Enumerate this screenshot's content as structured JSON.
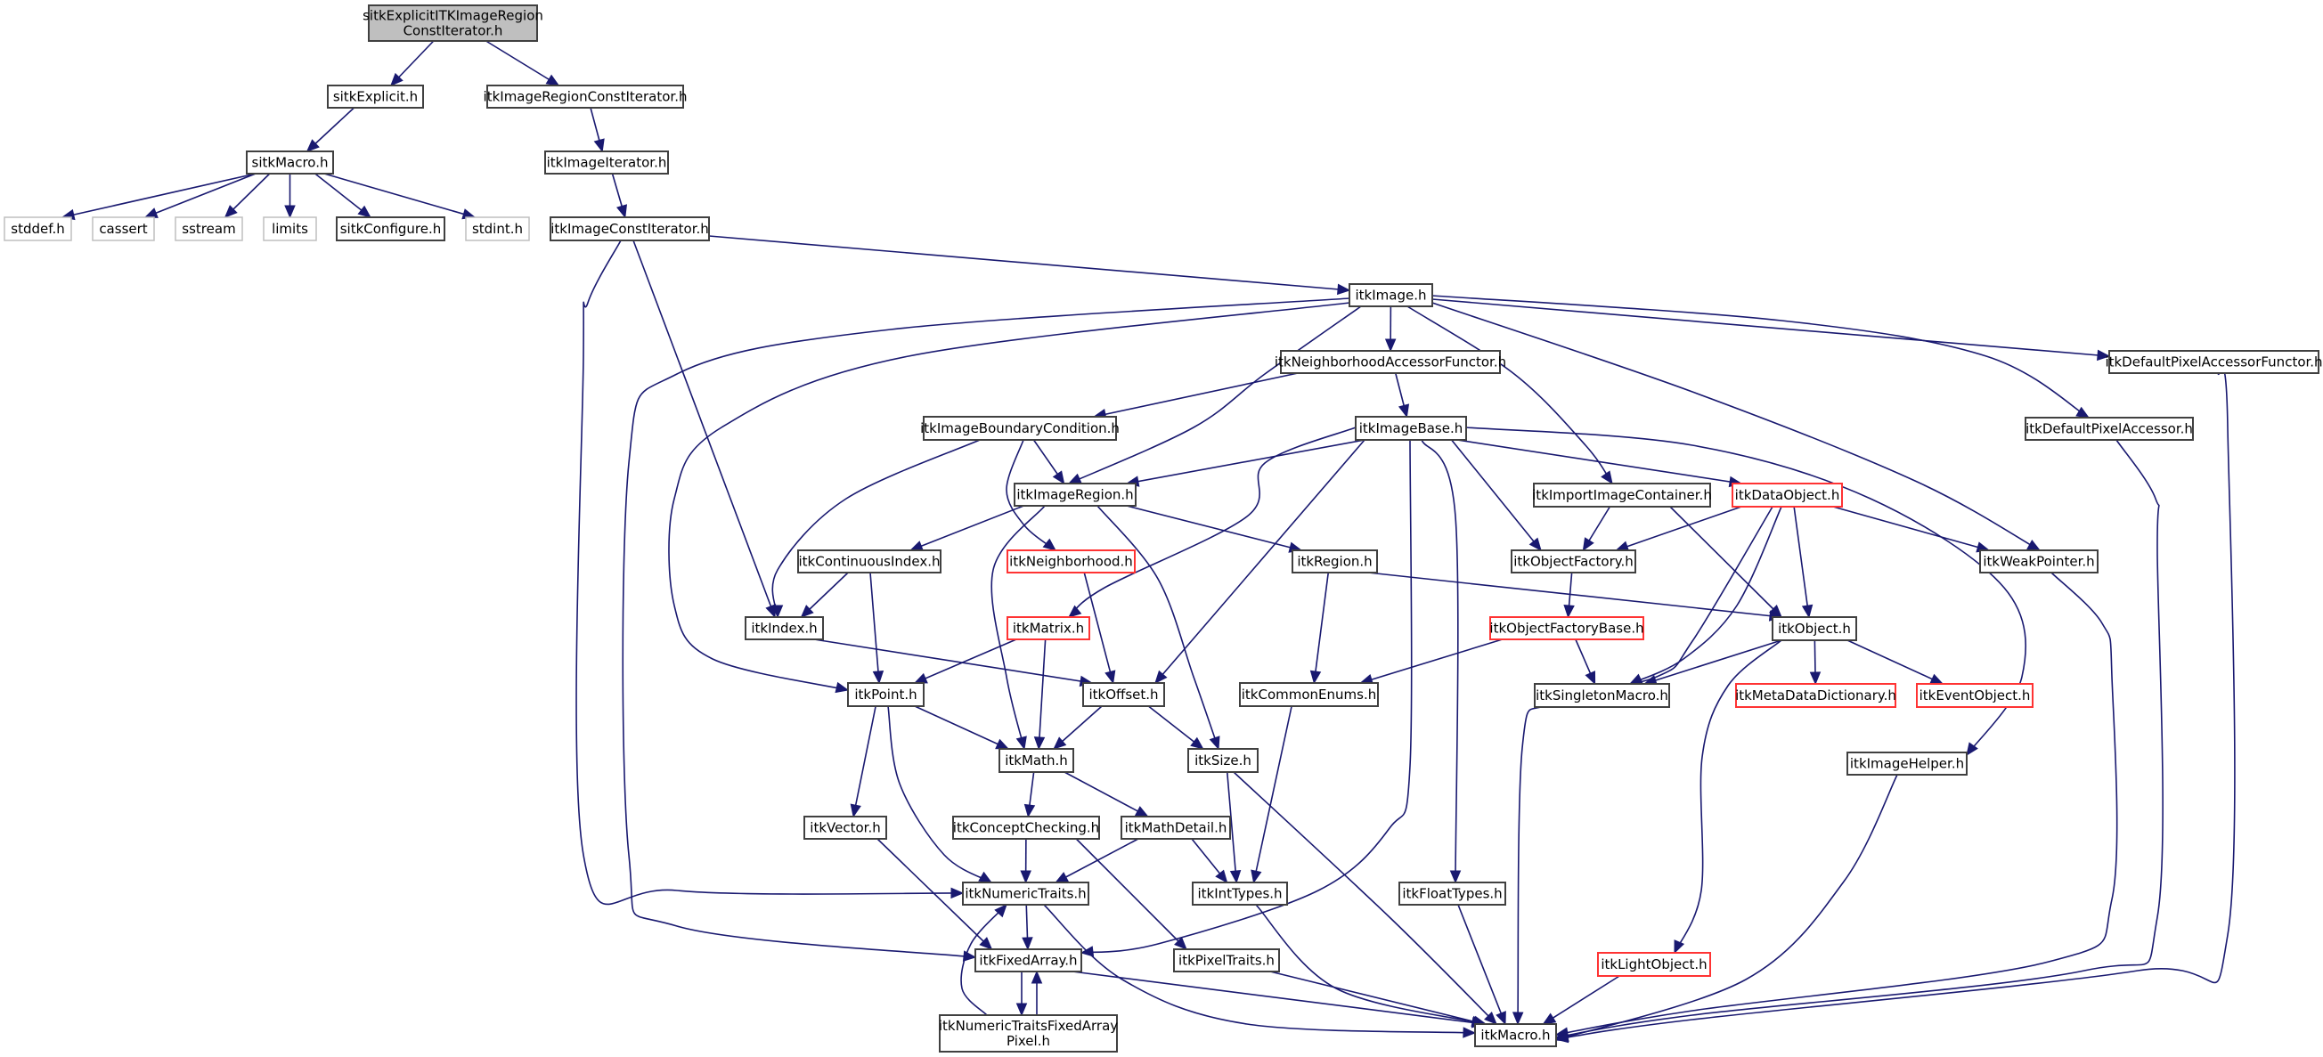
{
  "diagram": {
    "title": "Include dependency graph for sitkExplicitITKImageRegionConstIterator.h",
    "colors": {
      "edge": "#191970",
      "node_border": "#404040",
      "root_fill": "#bfbfbf",
      "external_border": "#bfbfbf",
      "truncated_border": "#ff3333"
    },
    "nodes": [
      {
        "id": "root",
        "label": [
          "sitkExplicitITKImageRegion",
          "ConstIterator.h"
        ],
        "kind": "root"
      },
      {
        "id": "sitkExplicit",
        "label": [
          "sitkExplicit.h"
        ],
        "kind": "normal"
      },
      {
        "id": "itkImageRegionConstIterator",
        "label": [
          "itkImageRegionConstIterator.h"
        ],
        "kind": "normal"
      },
      {
        "id": "sitkMacro",
        "label": [
          "sitkMacro.h"
        ],
        "kind": "normal"
      },
      {
        "id": "itkImageIterator",
        "label": [
          "itkImageIterator.h"
        ],
        "kind": "normal"
      },
      {
        "id": "stddef",
        "label": [
          "stddef.h"
        ],
        "kind": "external"
      },
      {
        "id": "cassert",
        "label": [
          "cassert"
        ],
        "kind": "external"
      },
      {
        "id": "sstream",
        "label": [
          "sstream"
        ],
        "kind": "external"
      },
      {
        "id": "limits",
        "label": [
          "limits"
        ],
        "kind": "external"
      },
      {
        "id": "sitkConfigure",
        "label": [
          "sitkConfigure.h"
        ],
        "kind": "normal"
      },
      {
        "id": "stdint",
        "label": [
          "stdint.h"
        ],
        "kind": "external"
      },
      {
        "id": "itkImageConstIterator",
        "label": [
          "itkImageConstIterator.h"
        ],
        "kind": "normal"
      },
      {
        "id": "itkImage",
        "label": [
          "itkImage.h"
        ],
        "kind": "normal"
      },
      {
        "id": "itkNeighborhoodAccessorFunctor",
        "label": [
          "itkNeighborhoodAccessorFunctor.h"
        ],
        "kind": "normal"
      },
      {
        "id": "itkDefaultPixelAccessorFunctor",
        "label": [
          "itkDefaultPixelAccessorFunctor.h"
        ],
        "kind": "normal"
      },
      {
        "id": "itkImageBoundaryCondition",
        "label": [
          "itkImageBoundaryCondition.h"
        ],
        "kind": "normal"
      },
      {
        "id": "itkImageBase",
        "label": [
          "itkImageBase.h"
        ],
        "kind": "normal"
      },
      {
        "id": "itkDefaultPixelAccessor",
        "label": [
          "itkDefaultPixelAccessor.h"
        ],
        "kind": "normal"
      },
      {
        "id": "itkImageRegion",
        "label": [
          "itkImageRegion.h"
        ],
        "kind": "normal"
      },
      {
        "id": "itkImportImageContainer",
        "label": [
          "itkImportImageContainer.h"
        ],
        "kind": "normal"
      },
      {
        "id": "itkDataObject",
        "label": [
          "itkDataObject.h"
        ],
        "kind": "truncated"
      },
      {
        "id": "itkContinuousIndex",
        "label": [
          "itkContinuousIndex.h"
        ],
        "kind": "normal"
      },
      {
        "id": "itkNeighborhood",
        "label": [
          "itkNeighborhood.h"
        ],
        "kind": "truncated"
      },
      {
        "id": "itkRegion",
        "label": [
          "itkRegion.h"
        ],
        "kind": "normal"
      },
      {
        "id": "itkObjectFactory",
        "label": [
          "itkObjectFactory.h"
        ],
        "kind": "normal"
      },
      {
        "id": "itkWeakPointer",
        "label": [
          "itkWeakPointer.h"
        ],
        "kind": "normal"
      },
      {
        "id": "itkIndex",
        "label": [
          "itkIndex.h"
        ],
        "kind": "normal"
      },
      {
        "id": "itkMatrix",
        "label": [
          "itkMatrix.h"
        ],
        "kind": "truncated"
      },
      {
        "id": "itkObjectFactoryBase",
        "label": [
          "itkObjectFactoryBase.h"
        ],
        "kind": "truncated"
      },
      {
        "id": "itkObject",
        "label": [
          "itkObject.h"
        ],
        "kind": "normal"
      },
      {
        "id": "itkPoint",
        "label": [
          "itkPoint.h"
        ],
        "kind": "normal"
      },
      {
        "id": "itkOffset",
        "label": [
          "itkOffset.h"
        ],
        "kind": "normal"
      },
      {
        "id": "itkCommonEnums",
        "label": [
          "itkCommonEnums.h"
        ],
        "kind": "normal"
      },
      {
        "id": "itkSingletonMacro",
        "label": [
          "itkSingletonMacro.h"
        ],
        "kind": "normal"
      },
      {
        "id": "itkMetaDataDictionary",
        "label": [
          "itkMetaDataDictionary.h"
        ],
        "kind": "truncated"
      },
      {
        "id": "itkEventObject",
        "label": [
          "itkEventObject.h"
        ],
        "kind": "truncated"
      },
      {
        "id": "itkMath",
        "label": [
          "itkMath.h"
        ],
        "kind": "normal"
      },
      {
        "id": "itkSize",
        "label": [
          "itkSize.h"
        ],
        "kind": "normal"
      },
      {
        "id": "itkImageHelper",
        "label": [
          "itkImageHelper.h"
        ],
        "kind": "normal"
      },
      {
        "id": "itkVector",
        "label": [
          "itkVector.h"
        ],
        "kind": "normal"
      },
      {
        "id": "itkConceptChecking",
        "label": [
          "itkConceptChecking.h"
        ],
        "kind": "normal"
      },
      {
        "id": "itkMathDetail",
        "label": [
          "itkMathDetail.h"
        ],
        "kind": "normal"
      },
      {
        "id": "itkNumericTraits",
        "label": [
          "itkNumericTraits.h"
        ],
        "kind": "normal"
      },
      {
        "id": "itkIntTypes",
        "label": [
          "itkIntTypes.h"
        ],
        "kind": "normal"
      },
      {
        "id": "itkFloatTypes",
        "label": [
          "itkFloatTypes.h"
        ],
        "kind": "normal"
      },
      {
        "id": "itkFixedArray",
        "label": [
          "itkFixedArray.h"
        ],
        "kind": "normal"
      },
      {
        "id": "itkPixelTraits",
        "label": [
          "itkPixelTraits.h"
        ],
        "kind": "normal"
      },
      {
        "id": "itkLightObject",
        "label": [
          "itkLightObject.h"
        ],
        "kind": "truncated"
      },
      {
        "id": "itkNumericTraitsFixedArrayPixel",
        "label": [
          "itkNumericTraitsFixedArray",
          "Pixel.h"
        ],
        "kind": "normal"
      },
      {
        "id": "itkMacro",
        "label": [
          "itkMacro.h"
        ],
        "kind": "normal"
      }
    ],
    "edges": [
      [
        "root",
        "sitkExplicit"
      ],
      [
        "root",
        "itkImageRegionConstIterator"
      ],
      [
        "sitkExplicit",
        "sitkMacro"
      ],
      [
        "sitkMacro",
        "stddef"
      ],
      [
        "sitkMacro",
        "cassert"
      ],
      [
        "sitkMacro",
        "sstream"
      ],
      [
        "sitkMacro",
        "limits"
      ],
      [
        "sitkMacro",
        "sitkConfigure"
      ],
      [
        "sitkMacro",
        "stdint"
      ],
      [
        "itkImageRegionConstIterator",
        "itkImageIterator"
      ],
      [
        "itkImageIterator",
        "itkImageConstIterator"
      ],
      [
        "itkImageConstIterator",
        "itkImage"
      ],
      [
        "itkImageConstIterator",
        "itkIndex"
      ],
      [
        "itkImageConstIterator",
        "itkNumericTraits"
      ],
      [
        "itkImage",
        "itkNeighborhoodAccessorFunctor"
      ],
      [
        "itkImage",
        "itkImageRegion"
      ],
      [
        "itkImage",
        "itkImportImageContainer"
      ],
      [
        "itkImage",
        "itkWeakPointer"
      ],
      [
        "itkImage",
        "itkDefaultPixelAccessor"
      ],
      [
        "itkImage",
        "itkDefaultPixelAccessorFunctor"
      ],
      [
        "itkImage",
        "itkPoint"
      ],
      [
        "itkImage",
        "itkFixedArray"
      ],
      [
        "itkNeighborhoodAccessorFunctor",
        "itkImageBoundaryCondition"
      ],
      [
        "itkNeighborhoodAccessorFunctor",
        "itkImageBase"
      ],
      [
        "itkImageBoundaryCondition",
        "itkImageRegion"
      ],
      [
        "itkImageBoundaryCondition",
        "itkNeighborhood"
      ],
      [
        "itkImageBoundaryCondition",
        "itkIndex"
      ],
      [
        "itkImageBase",
        "itkImageRegion"
      ],
      [
        "itkImageBase",
        "itkMatrix"
      ],
      [
        "itkImageBase",
        "itkOffset"
      ],
      [
        "itkImageBase",
        "itkObjectFactory"
      ],
      [
        "itkImageBase",
        "itkDataObject"
      ],
      [
        "itkImageBase",
        "itkImageHelper"
      ],
      [
        "itkImageBase",
        "itkFixedArray"
      ],
      [
        "itkImageBase",
        "itkFloatTypes"
      ],
      [
        "itkImageRegion",
        "itkContinuousIndex"
      ],
      [
        "itkImageRegion",
        "itkRegion"
      ],
      [
        "itkImageRegion",
        "itkMath"
      ],
      [
        "itkImageRegion",
        "itkSize"
      ],
      [
        "itkImportImageContainer",
        "itkObjectFactory"
      ],
      [
        "itkImportImageContainer",
        "itkObject"
      ],
      [
        "itkDataObject",
        "itkObjectFactory"
      ],
      [
        "itkDataObject",
        "itkObject"
      ],
      [
        "itkDataObject",
        "itkWeakPointer"
      ],
      [
        "itkDataObject",
        "itkSingletonMacro"
      ],
      [
        "itkDataObject",
        "itkMacro"
      ],
      [
        "itkContinuousIndex",
        "itkIndex"
      ],
      [
        "itkContinuousIndex",
        "itkPoint"
      ],
      [
        "itkNeighborhood",
        "itkOffset"
      ],
      [
        "itkRegion",
        "itkCommonEnums"
      ],
      [
        "itkRegion",
        "itkObject"
      ],
      [
        "itkObjectFactory",
        "itkObjectFactoryBase"
      ],
      [
        "itkWeakPointer",
        "itkMacro"
      ],
      [
        "itkIndex",
        "itkOffset"
      ],
      [
        "itkMatrix",
        "itkPoint"
      ],
      [
        "itkMatrix",
        "itkMath"
      ],
      [
        "itkObjectFactoryBase",
        "itkCommonEnums"
      ],
      [
        "itkObjectFactoryBase",
        "itkSingletonMacro"
      ],
      [
        "itkObject",
        "itkSingletonMacro"
      ],
      [
        "itkObject",
        "itkMetaDataDictionary"
      ],
      [
        "itkObject",
        "itkEventObject"
      ],
      [
        "itkObject",
        "itkLightObject"
      ],
      [
        "itkPoint",
        "itkVector"
      ],
      [
        "itkPoint",
        "itkMath"
      ],
      [
        "itkPoint",
        "itkNumericTraits"
      ],
      [
        "itkOffset",
        "itkMath"
      ],
      [
        "itkOffset",
        "itkSize"
      ],
      [
        "itkCommonEnums",
        "itkIntTypes"
      ],
      [
        "itkMath",
        "itkConceptChecking"
      ],
      [
        "itkMath",
        "itkMathDetail"
      ],
      [
        "itkSize",
        "itkIntTypes"
      ],
      [
        "itkSize",
        "itkMacro"
      ],
      [
        "itkImageHelper",
        "itkMacro"
      ],
      [
        "itkVector",
        "itkFixedArray"
      ],
      [
        "itkConceptChecking",
        "itkNumericTraits"
      ],
      [
        "itkConceptChecking",
        "itkPixelTraits"
      ],
      [
        "itkMathDetail",
        "itkNumericTraits"
      ],
      [
        "itkMathDetail",
        "itkIntTypes"
      ],
      [
        "itkNumericTraits",
        "itkFixedArray"
      ],
      [
        "itkNumericTraits",
        "itkMacro"
      ],
      [
        "itkIntTypes",
        "itkMacro"
      ],
      [
        "itkFloatTypes",
        "itkMacro"
      ],
      [
        "itkFixedArray",
        "itkNumericTraitsFixedArrayPixel"
      ],
      [
        "itkFixedArray",
        "itkMacro"
      ],
      [
        "itkPixelTraits",
        "itkMacro"
      ],
      [
        "itkLightObject",
        "itkMacro"
      ],
      [
        "itkNumericTraitsFixedArrayPixel",
        "itkNumericTraits"
      ],
      [
        "itkNumericTraitsFixedArrayPixel",
        "itkFixedArray"
      ],
      [
        "itkDefaultPixelAccessor",
        "itkMacro"
      ],
      [
        "itkDefaultPixelAccessorFunctor",
        "itkMacro"
      ]
    ]
  }
}
